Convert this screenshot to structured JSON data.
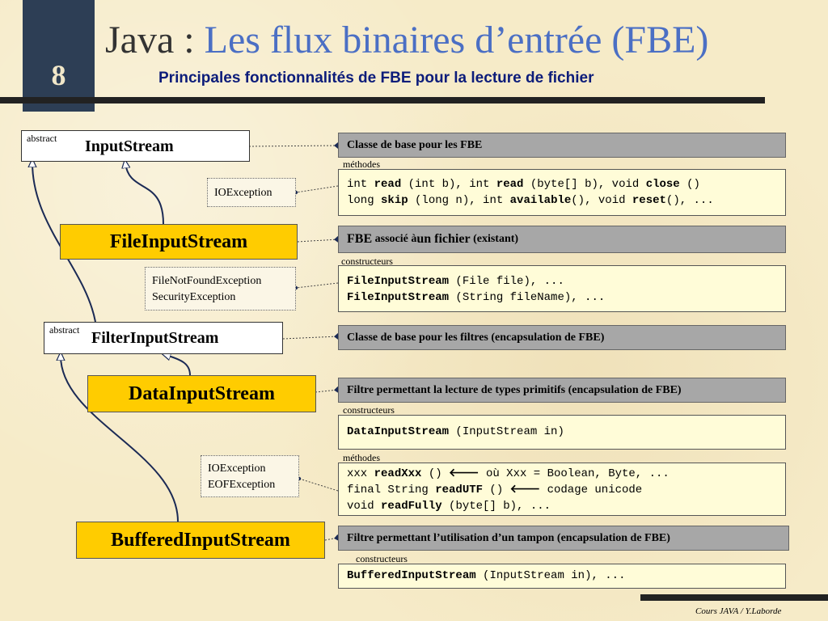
{
  "slide": {
    "number": "8",
    "title_prefix": "Java : ",
    "title_main": "Les flux binaires d’entrée (FBE)",
    "subtitle": "Principales fonctionnalités de FBE pour la lecture de fichier",
    "footer": "Cours JAVA / Y.Laborde"
  },
  "classes": {
    "inputstream": {
      "tag": "abstract",
      "name": "InputStream"
    },
    "fileinputstream": {
      "name": "FileInputStream"
    },
    "filterinputstream": {
      "tag": "abstract",
      "name": "FilterInputStream"
    },
    "datainputstream": {
      "name": "DataInputStream"
    },
    "bufferedinputstream": {
      "name": "BufferedInputStream"
    }
  },
  "exceptions": {
    "inputstream": [
      "IOException"
    ],
    "fileinputstream": [
      "FileNotFoundException",
      "SecurityException"
    ],
    "datainputstream": [
      "IOException",
      "EOFException"
    ]
  },
  "descriptions": {
    "inputstream": "Classe de base pour les FBE",
    "fileinputstream_a": "FBE ",
    "fileinputstream_b": "associé à ",
    "fileinputstream_c": "un fichier ",
    "fileinputstream_d": "(existant)",
    "filterinputstream": "Classe de base pour les filtres (encapsulation de FBE)",
    "datainputstream": "Filtre permettant la lecture de types primitifs (encapsulation de FBE)",
    "bufferedinputstream": "Filtre permettant l’utilisation d’un tampon (encapsulation de FBE)"
  },
  "section_labels": {
    "inputstream_methods": "méthodes",
    "fileinputstream_ctors": "constructeurs",
    "datainputstream_ctors": "constructeurs",
    "datainputstream_methods": "méthodes",
    "bufferedinputstream_ctors": "constructeurs"
  },
  "code": {
    "inputstream_methods": [
      [
        [
          "int ",
          0
        ],
        [
          "read",
          1
        ],
        [
          " (int b), int ",
          0
        ],
        [
          "read",
          1
        ],
        [
          " (byte[] b), void ",
          0
        ],
        [
          "close",
          1
        ],
        [
          " ()",
          0
        ]
      ],
      [
        [
          "long ",
          0
        ],
        [
          "skip",
          1
        ],
        [
          " (long n), int ",
          0
        ],
        [
          "available",
          1
        ],
        [
          "(), void ",
          0
        ],
        [
          "reset",
          1
        ],
        [
          "(), ...",
          0
        ]
      ]
    ],
    "fileinputstream_ctors": [
      [
        [
          "FileInputStream",
          1
        ],
        [
          " (File file), ...",
          0
        ]
      ],
      [
        [
          "FileInputStream",
          1
        ],
        [
          " (String fileName), ...",
          0
        ]
      ]
    ],
    "datainputstream_ctors": [
      [
        [
          "DataInputStream",
          1
        ],
        [
          " (InputStream in)",
          0
        ]
      ]
    ],
    "datainputstream_methods": [
      [
        [
          "xxx ",
          0
        ],
        [
          "readXxx",
          1
        ],
        [
          " () ",
          0
        ],
        [
          "🡐",
          1
        ],
        [
          " où Xxx = Boolean, Byte, ...",
          0
        ]
      ],
      [
        [
          "final String ",
          0
        ],
        [
          "readUTF",
          1
        ],
        [
          " () ",
          0
        ],
        [
          "🡐",
          1
        ],
        [
          " codage unicode",
          0
        ]
      ],
      [
        [
          "void ",
          0
        ],
        [
          "readFully",
          1
        ],
        [
          " (byte[] b), ...",
          0
        ]
      ]
    ],
    "bufferedinputstream_ctors": [
      [
        [
          "BufferedInputStream",
          1
        ],
        [
          " (InputStream in), ...",
          0
        ]
      ]
    ]
  }
}
